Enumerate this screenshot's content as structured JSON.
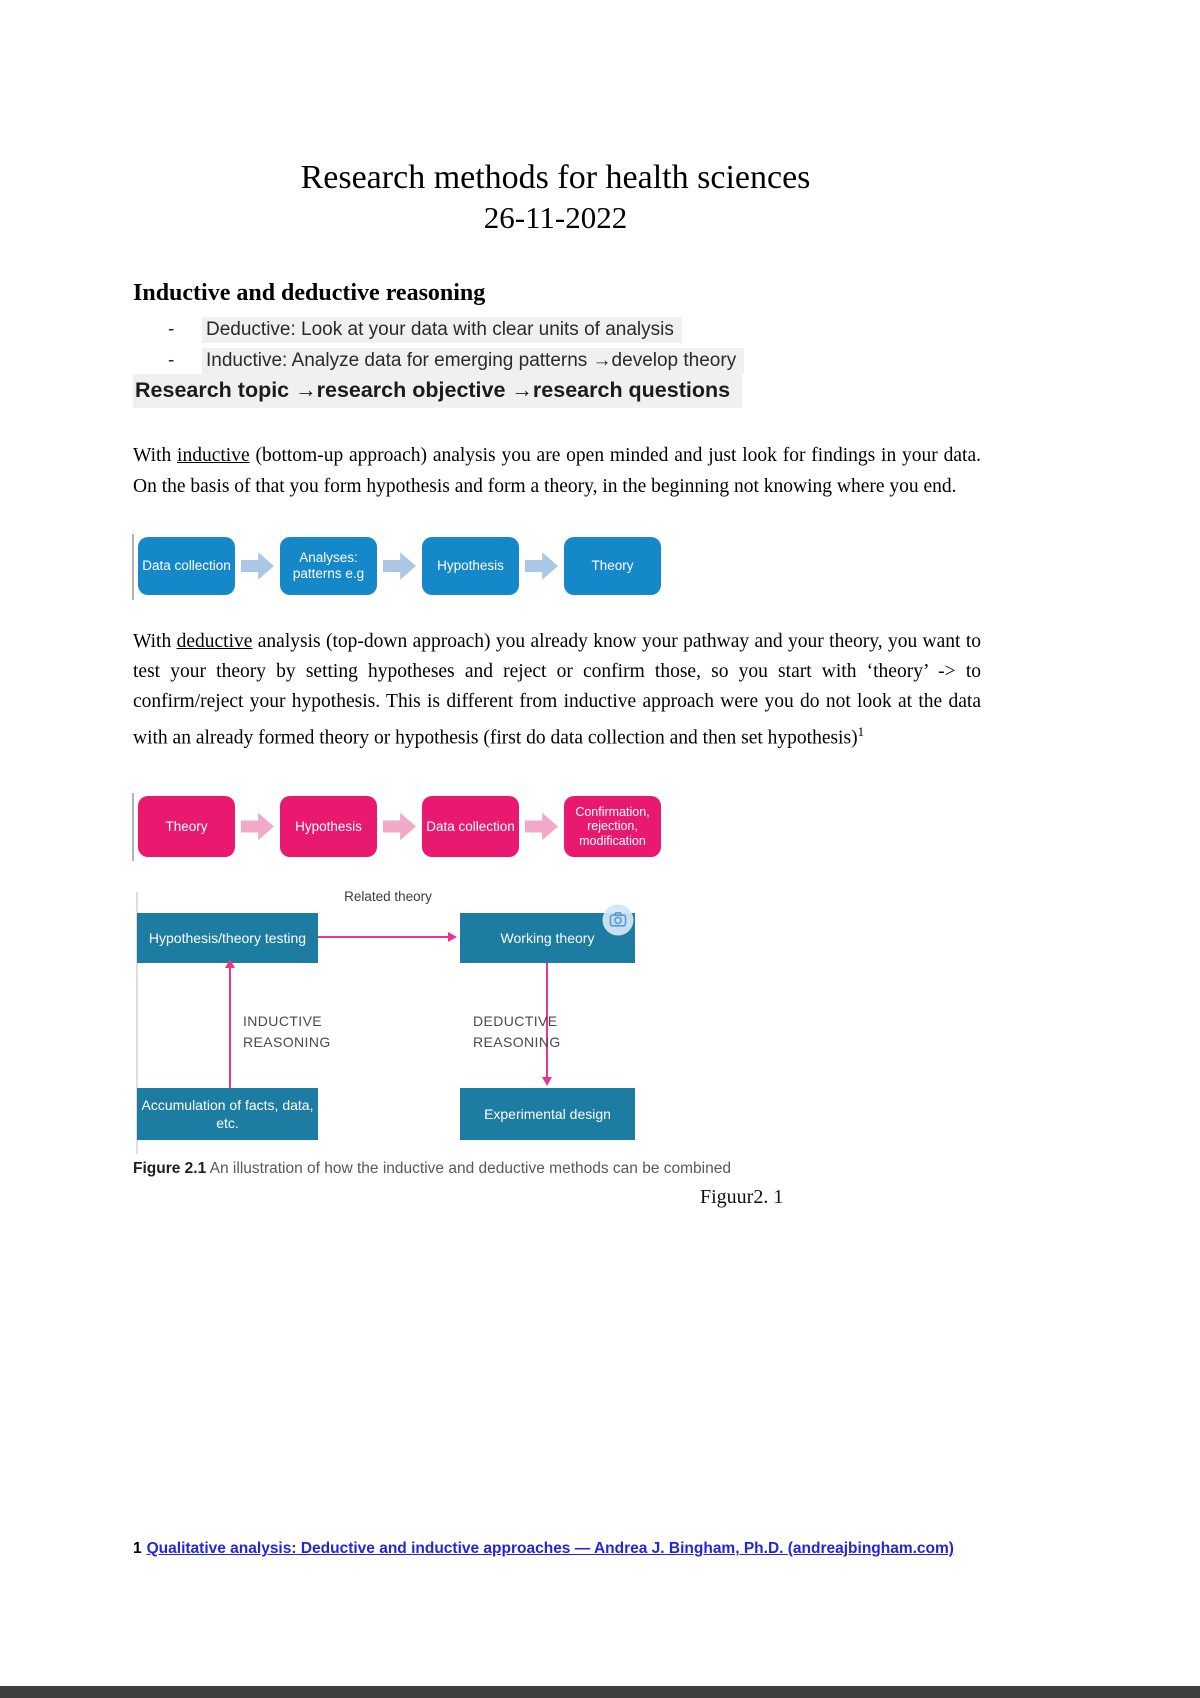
{
  "header": {
    "title": "Research methods for health sciences",
    "date": "26-11-2022"
  },
  "section_reasoning": {
    "heading": "Inductive and deductive reasoning",
    "bullet_dash": "-",
    "bullets": [
      "Deductive: Look at your data with clear units of analysis",
      "Inductive: Analyze data for emerging patterns →develop theory"
    ]
  },
  "section_topic": {
    "heading": "Research topic →research objective →research questions"
  },
  "paragraph_inductive": {
    "lead": "With ",
    "underlined": "inductive",
    "rest": " (bottom-up approach) analysis you are open minded and just look for findings in your data. On the basis of that you form hypothesis and form a theory, in the beginning not knowing where you end."
  },
  "flows": {
    "inductive": {
      "steps": [
        "Data collection",
        "Analyses: patterns e.g",
        "Hypothesis",
        "Theory"
      ]
    },
    "deductive": {
      "steps": [
        "Theory",
        "Hypothesis",
        "Data collection",
        "Confirmation, rejection, modification"
      ]
    }
  },
  "paragraph_deductive": {
    "lead": "With ",
    "underlined": "deductive",
    "rest": " analysis (top-down approach) you already know your pathway and your theory, you want to test your theory by setting hypotheses and reject or confirm those, so you start with ‘theory’ -> to confirm/reject your hypothesis. This is different from inductive approach were you do not look at the data with an already formed theory or hypothesis (first do data collection and then set hypothesis)",
    "footnote_ref": "1"
  },
  "figure": {
    "related_theory_label": "Related theory",
    "boxes": {
      "hypothesis_testing": "Hypothesis/theory testing",
      "working_theory": "Working theory",
      "accumulation": "Accumulation of facts, data, etc.",
      "experimental_design": "Experimental design"
    },
    "inductive_label": "INDUCTIVE REASONING",
    "deductive_label": "DEDUCTIVE REASONING",
    "caption_label": "Figure 2.1",
    "caption_text": " An illustration of how the inductive and deductive methods can be combined",
    "figuur_note": "Figuur2. 1",
    "icons": {
      "camera": "camera-icon"
    }
  },
  "footnote": {
    "marker": "1",
    "link_text": "Qualitative analysis: Deductive and inductive approaches — Andrea J. Bingham, Ph.D. (andreajbingham.com)"
  },
  "colors": {
    "flow_blue_box": "#1488c8",
    "flow_blue_arrow": "#aac8e6",
    "flow_pink_box": "#e9196f",
    "flow_pink_arrow": "#f2a8c8",
    "figure_teal_box": "#1d7ca2",
    "figure_arrow": "#e8368f",
    "text_highlight": "#f0f0f0",
    "link_blue": "#2424e0"
  }
}
